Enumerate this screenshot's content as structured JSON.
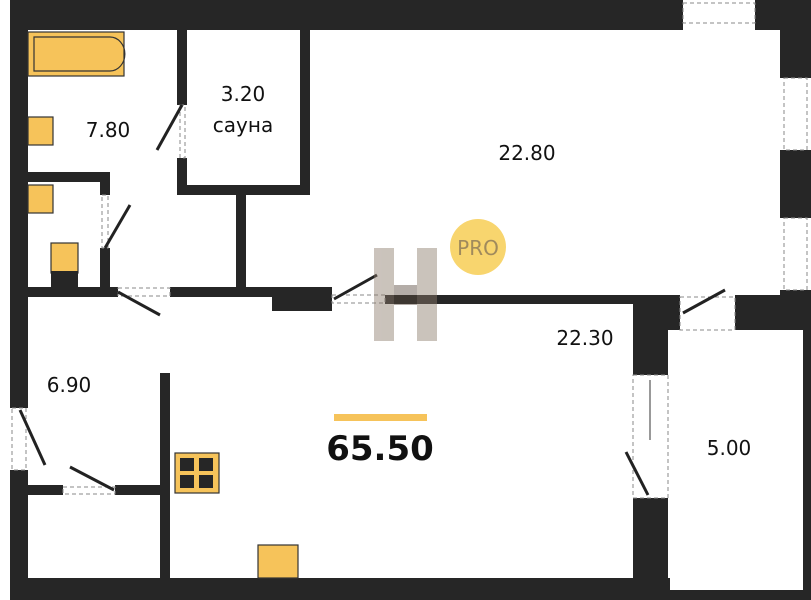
{
  "plan": {
    "rooms": [
      {
        "id": "bathroom",
        "area": "7.80"
      },
      {
        "id": "sauna",
        "area": "3.20",
        "name": "сауна"
      },
      {
        "id": "bedroom",
        "area": "22.80"
      },
      {
        "id": "living-kitchen",
        "area": "22.30"
      },
      {
        "id": "hallway",
        "area": "6.90"
      },
      {
        "id": "balcony",
        "area": "5.00"
      }
    ],
    "total_area": "65.50",
    "watermark": "PRO",
    "colors": {
      "wall": "#262626",
      "fixture": "#f6c35a",
      "accent_bar": "#f6c35a",
      "badge": "#f8d56e"
    }
  }
}
